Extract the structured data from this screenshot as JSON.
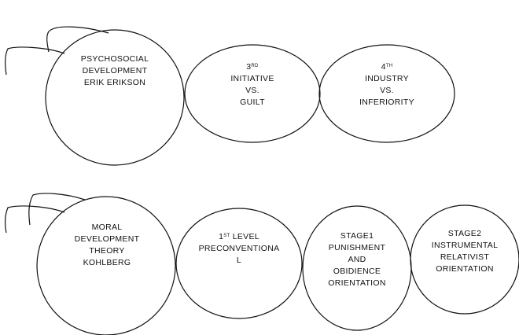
{
  "diagram": {
    "row1": {
      "root": {
        "lines": [
          "PSYCHOSOCIAL",
          "DEVELOPMENT",
          "ERIK ERIKSON"
        ]
      },
      "nodes": [
        {
          "num": "3",
          "sup": "RD",
          "lines": [
            "INITIATIVE",
            "VS.",
            "GUILT"
          ]
        },
        {
          "num": "4",
          "sup": "TH",
          "lines": [
            "INDUSTRY",
            "VS.",
            "INFERIORITY"
          ]
        }
      ]
    },
    "row2": {
      "root": {
        "lines": [
          "MORAL",
          "DEVELOPMENT",
          "THEORY",
          "KOHLBERG"
        ]
      },
      "nodes": [
        {
          "num": "1",
          "sup": "ST",
          "after": " LEVEL",
          "lines": [
            "PRECONVENTIONA",
            "L"
          ]
        },
        {
          "lines": [
            "STAGE1",
            "PUNISHMENT",
            "AND",
            "OBIDIENCE",
            "ORIENTATION"
          ]
        },
        {
          "lines": [
            "STAGE2",
            "INSTRUMENTAL",
            "RELATIVIST",
            "ORIENTATION"
          ]
        }
      ]
    }
  }
}
